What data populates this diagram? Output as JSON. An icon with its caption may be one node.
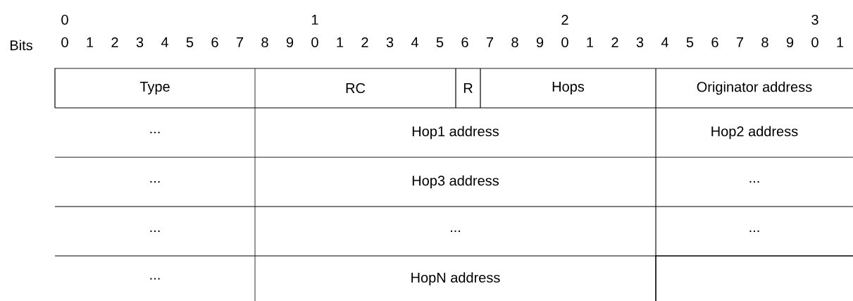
{
  "diagram": {
    "nodes": [
      {
        "text": [
          "Type"
        ]
      },
      {
        "text": [
          "RC"
        ]
      },
      {
        "text": [
          "R"
        ]
      },
      {
        "text": [
          "Hops"
        ]
      },
      {
        "text": [
          "Originator address"
        ]
      },
      {
        "text": [
          "..."
        ]
      },
      {
        "text": [
          "Hop1 address"
        ]
      },
      {
        "text": [
          "Hop2 address"
        ]
      },
      {
        "text": [
          "..."
        ]
      },
      {
        "text": [
          "Hop3 address"
        ]
      },
      {
        "text": [
          "..."
        ]
      },
      {
        "text": [
          "..."
        ]
      },
      {
        "text": [
          "..."
        ]
      },
      {
        "text": [
          "..."
        ]
      },
      {
        "text": [
          "..."
        ]
      },
      {
        "text": [
          "HopN address"
        ]
      },
      {
        "text": [],
        "shape": "box"
      }
    ],
    "labels": [
      "0",
      "1",
      "2",
      "3",
      "Bits",
      "0",
      "1",
      "2",
      "3",
      "4",
      "5",
      "6",
      "7",
      "8",
      "9",
      "0",
      "1",
      "2",
      "3",
      "4",
      "5",
      "6",
      "7",
      "8",
      "9",
      "0",
      "1",
      "2",
      "3",
      "4",
      "5",
      "6",
      "7",
      "8",
      "9",
      "0",
      "1"
    ]
  }
}
